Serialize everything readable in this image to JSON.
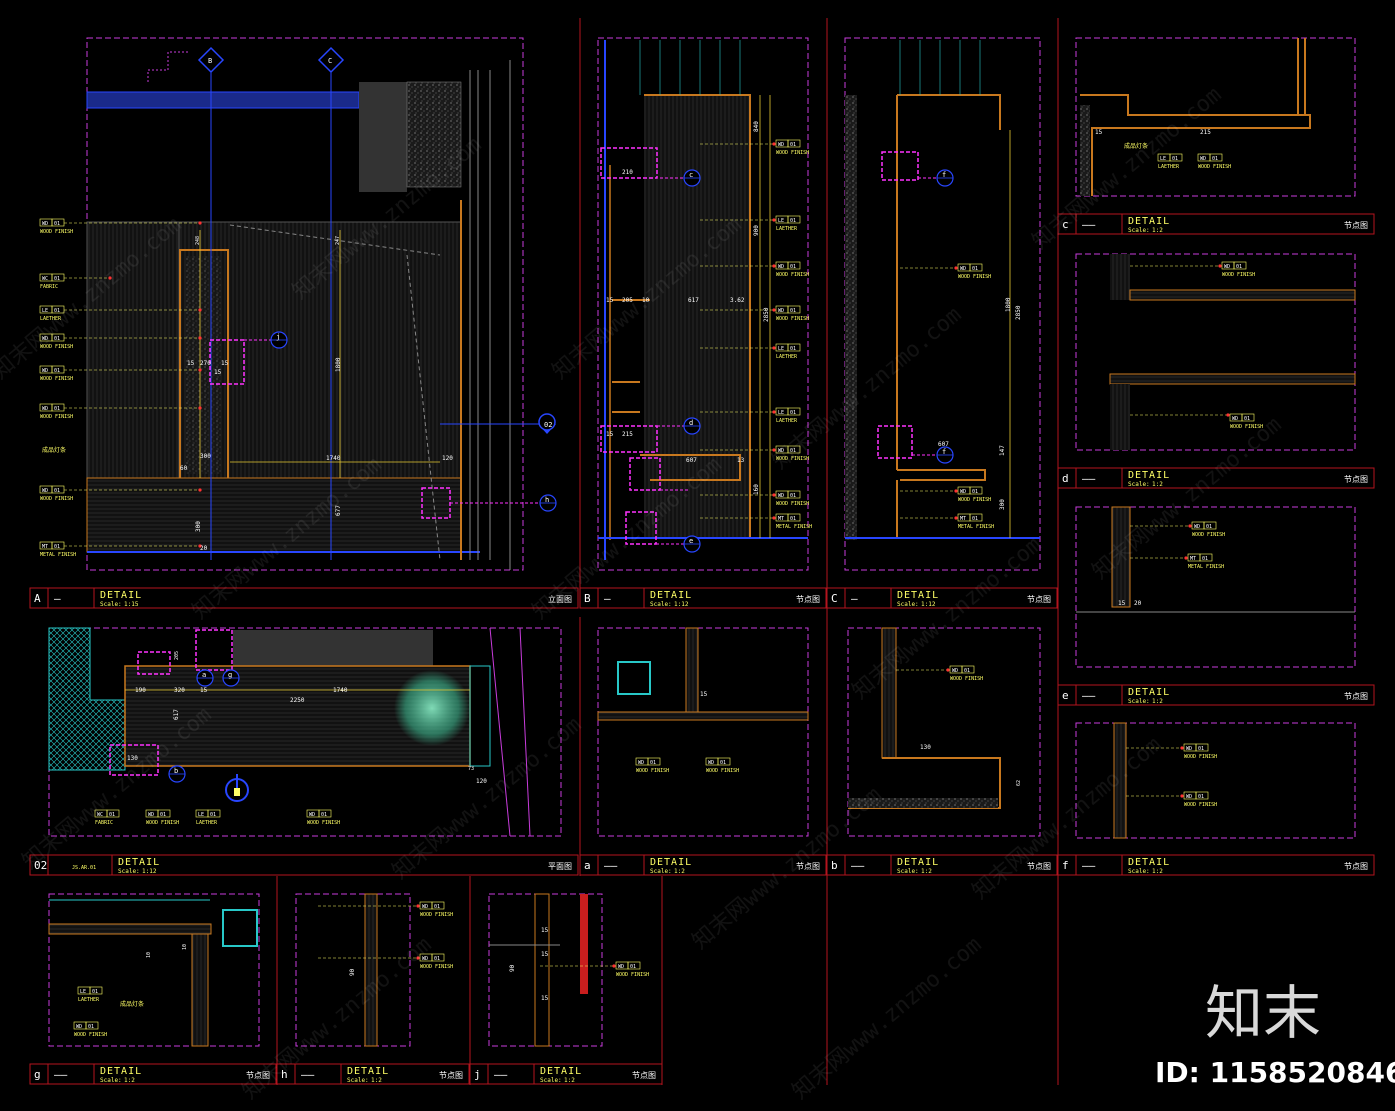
{
  "sheet": {
    "background": "#000000",
    "colors": {
      "frame": "#b4141e",
      "viewport": "#c83cdc",
      "detail_title": "#ffff66",
      "wall_fill": "#2a2a2a",
      "wood_line": "#c8781e",
      "dim_line": "#e6c832",
      "blue_line": "#2846ff",
      "cyan_line": "#28c8c8",
      "leader_red": "#ff3232"
    }
  },
  "watermark": {
    "repeat_text": "知末网www.znzmo.com",
    "logo": "知末",
    "id_text": "ID: 1158520846"
  },
  "title_blocks": [
    {
      "id": "A",
      "symbol": "—",
      "title": "DETAIL",
      "scale_label": "Scale:",
      "scale": "1:15",
      "cn": "立面图"
    },
    {
      "id": "B",
      "symbol": "—",
      "title": "DETAIL",
      "scale_label": "Scale:",
      "scale": "1:12",
      "cn": "节点图"
    },
    {
      "id": "C",
      "symbol": "—",
      "title": "DETAIL",
      "scale_label": "Scale:",
      "scale": "1:12",
      "cn": "节点图"
    },
    {
      "id": "c",
      "symbol": "——",
      "title": "DETAIL",
      "scale_label": "Scale:",
      "scale": "1:2",
      "cn": "节点图"
    },
    {
      "id": "d",
      "symbol": "——",
      "title": "DETAIL",
      "scale_label": "Scale:",
      "scale": "1:2",
      "cn": "节点图"
    },
    {
      "id": "e",
      "symbol": "——",
      "title": "DETAIL",
      "scale_label": "Scale:",
      "scale": "1:2",
      "cn": "节点图"
    },
    {
      "id": "02",
      "symbol": "JS.AR.01",
      "title": "DETAIL",
      "scale_label": "Scale:",
      "scale": "1:12",
      "cn": "平面图"
    },
    {
      "id": "a",
      "symbol": "——",
      "title": "DETAIL",
      "scale_label": "Scale:",
      "scale": "1:2",
      "cn": "节点图"
    },
    {
      "id": "b",
      "symbol": "——",
      "title": "DETAIL",
      "scale_label": "Scale:",
      "scale": "1:2",
      "cn": "节点图"
    },
    {
      "id": "f",
      "symbol": "——",
      "title": "DETAIL",
      "scale_label": "Scale:",
      "scale": "1:2",
      "cn": "节点图"
    },
    {
      "id": "g",
      "symbol": "——",
      "title": "DETAIL",
      "scale_label": "Scale:",
      "scale": "1:2",
      "cn": "节点图"
    },
    {
      "id": "h",
      "symbol": "——",
      "title": "DETAIL",
      "scale_label": "Scale:",
      "scale": "1:2",
      "cn": "节点图"
    },
    {
      "id": "j",
      "symbol": "——",
      "title": "DETAIL",
      "scale_label": "Scale:",
      "scale": "1:2",
      "cn": "节点图"
    }
  ],
  "material_tags": [
    {
      "code": "WD",
      "no": "01",
      "name": "WOOD FINISH"
    },
    {
      "code": "WC",
      "no": "01",
      "name": "FABRIC"
    },
    {
      "code": "LE",
      "no": "01",
      "name": "LAETHER"
    },
    {
      "code": "MT",
      "no": "01",
      "name": "METAL FINISH"
    }
  ],
  "view_A": {
    "bubbles": [
      "B",
      "C",
      "h",
      "02",
      "j"
    ],
    "dims": [
      "248",
      "247",
      "15",
      "270",
      "15",
      "300",
      "1740",
      "120",
      "1800",
      "677",
      "300",
      "60",
      "20",
      "15"
    ],
    "note": "成品灯条"
  },
  "view_B": {
    "bubbles": [
      "c",
      "d",
      "e"
    ],
    "dims": [
      "210",
      "15",
      "205",
      "10",
      "617",
      "3.62",
      "215",
      "15",
      "607",
      "13",
      "900",
      "2850",
      "840",
      "160"
    ]
  },
  "view_C": {
    "bubbles": [
      "f",
      "f"
    ],
    "dims": [
      "607",
      "1800",
      "2850",
      "147",
      "300"
    ]
  },
  "view_02": {
    "bubbles": [
      "a",
      "g",
      "b"
    ],
    "dims": [
      "190",
      "320",
      "15",
      "617",
      "2250",
      "1740",
      "120",
      "130",
      "205",
      "73"
    ]
  },
  "detail_c": {
    "dims": [
      "215",
      "15"
    ],
    "note": "成品灯条"
  },
  "detail_e": {
    "dims": [
      "15",
      "20"
    ]
  },
  "detail_a": {
    "dims": [
      "15"
    ]
  },
  "detail_b": {
    "dims": [
      "130",
      "62"
    ]
  },
  "detail_g": {
    "dims": [
      "10",
      "10"
    ],
    "note": "成品灯条"
  },
  "detail_h": {
    "dims": [
      "90"
    ]
  },
  "detail_j": {
    "dims": [
      "15",
      "15",
      "90",
      "15"
    ]
  }
}
